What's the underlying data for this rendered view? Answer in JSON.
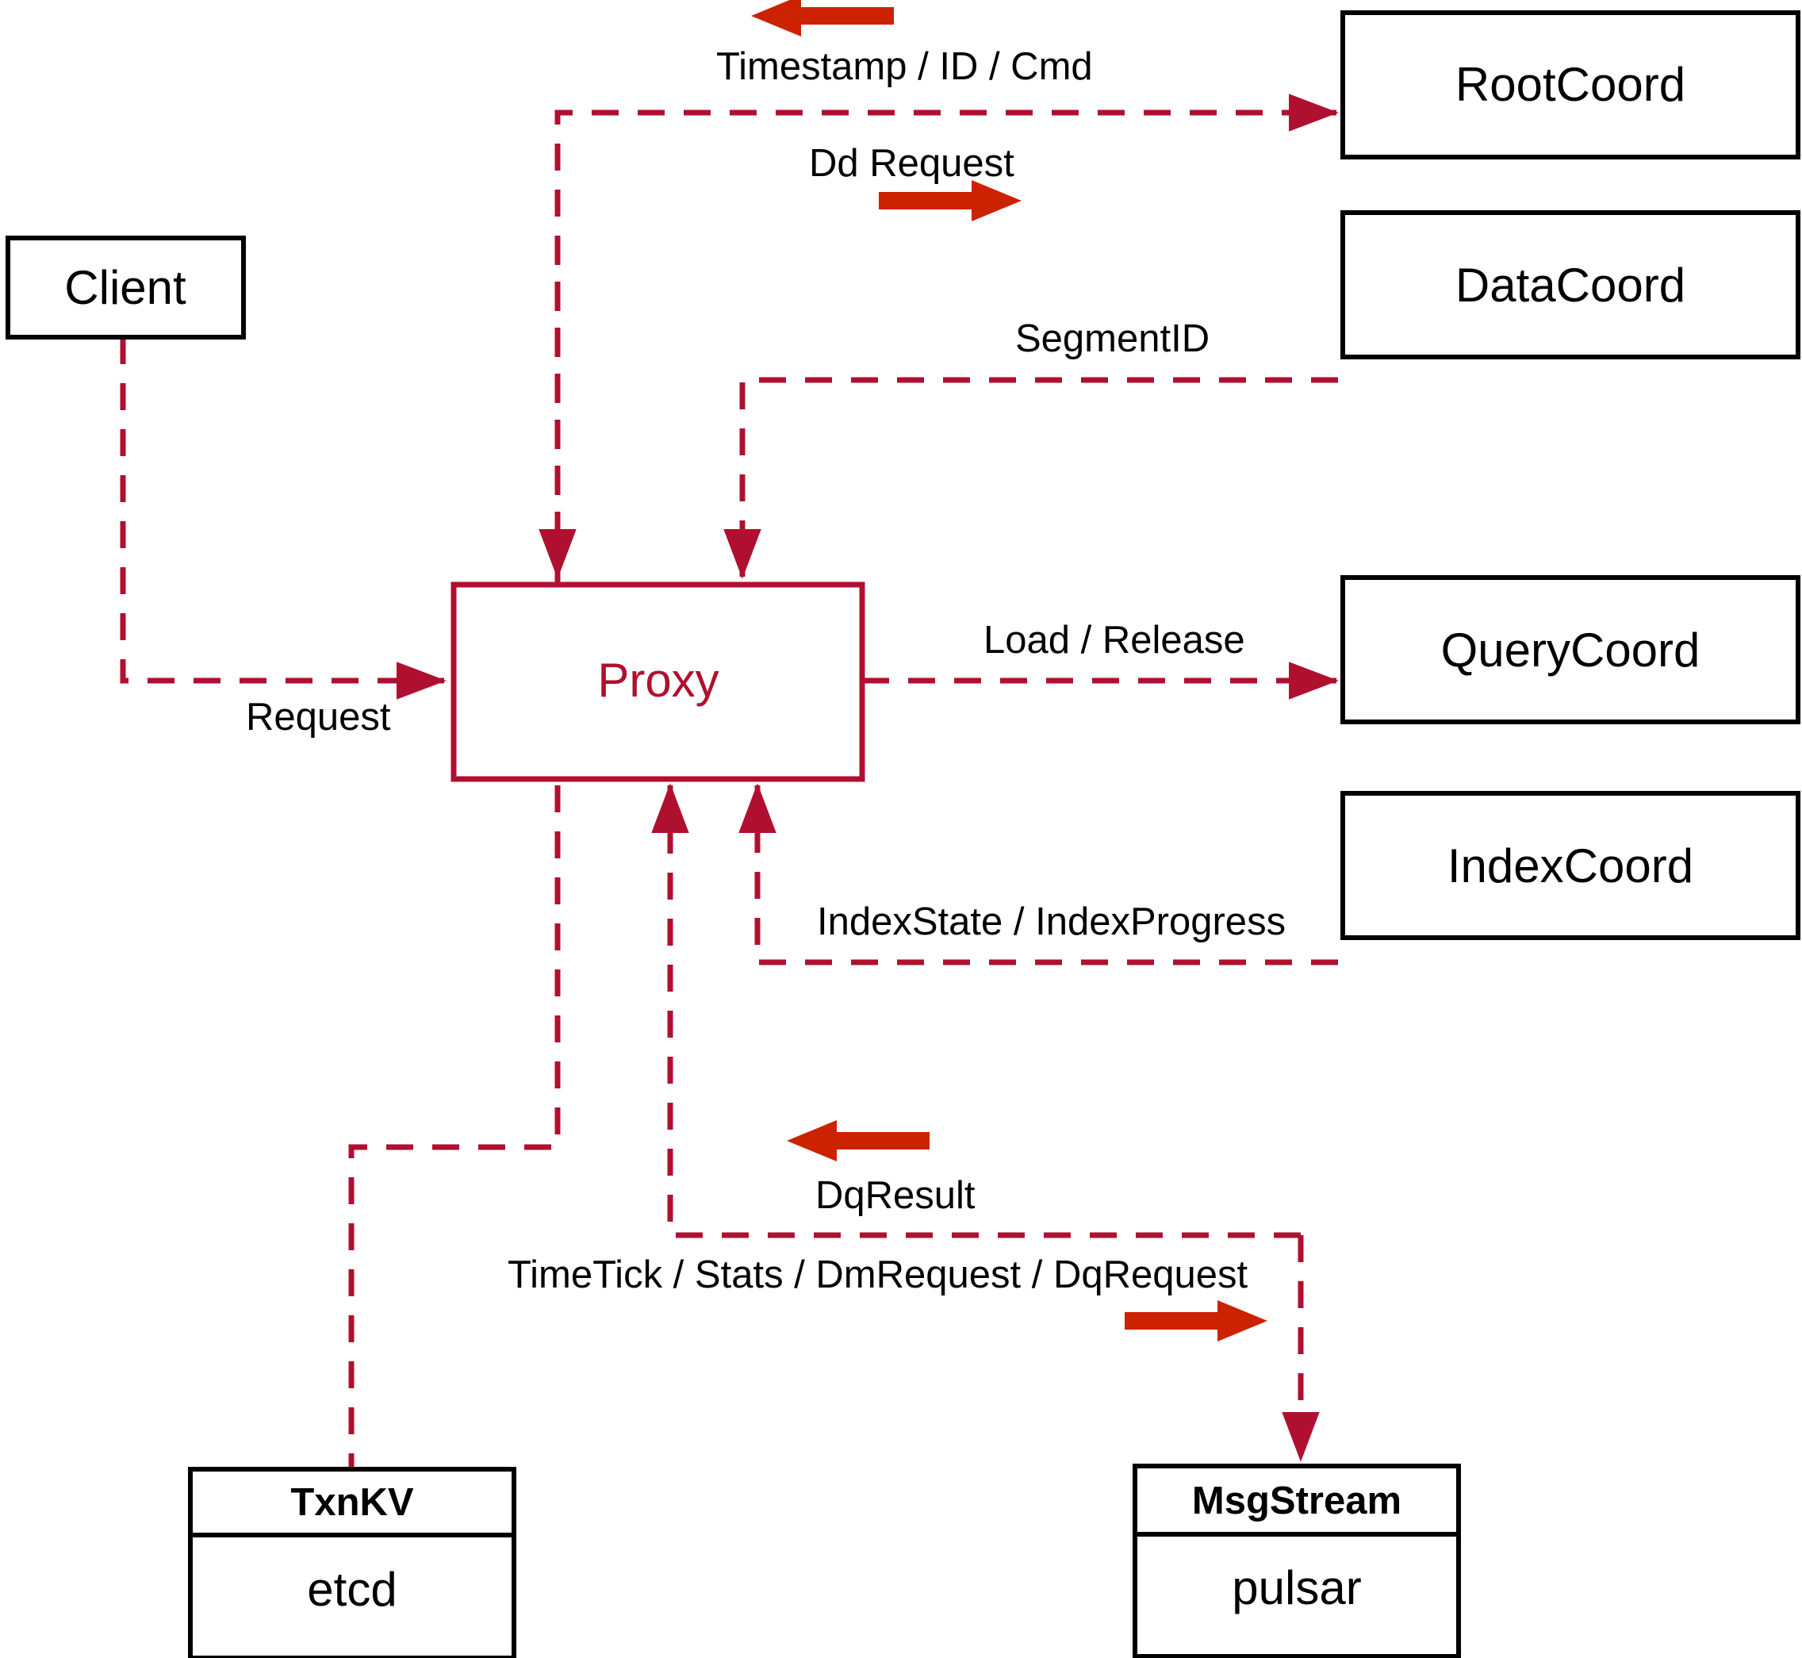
{
  "diagram": {
    "title": "Milvus Proxy Interaction Diagram",
    "colors": {
      "line": "#B01030",
      "bold_arrow": "#CC2200",
      "node_border": "#000000",
      "proxy_border": "#B01030",
      "proxy_text": "#B01030",
      "background": "#FFFFFF"
    },
    "nodes": [
      {
        "id": "client",
        "label": "Client",
        "sublabel": "",
        "style": "plain"
      },
      {
        "id": "proxy",
        "label": "Proxy",
        "sublabel": "",
        "style": "accent"
      },
      {
        "id": "rootcoord",
        "label": "RootCoord",
        "sublabel": "",
        "style": "plain"
      },
      {
        "id": "datacoord",
        "label": "DataCoord",
        "sublabel": "",
        "style": "plain"
      },
      {
        "id": "querycoord",
        "label": "QueryCoord",
        "sublabel": "",
        "style": "plain"
      },
      {
        "id": "indexcoord",
        "label": "IndexCoord",
        "sublabel": "",
        "style": "plain"
      },
      {
        "id": "txnkv",
        "label": "TxnKV",
        "sublabel": "etcd",
        "style": "split"
      },
      {
        "id": "msgstream",
        "label": "MsgStream",
        "sublabel": "pulsar",
        "style": "split"
      }
    ],
    "edges": [
      {
        "id": "e-request",
        "label": "Request",
        "from": "client",
        "to": "proxy",
        "direction": "to"
      },
      {
        "id": "e-ddrequest",
        "label": "Dd Request",
        "from": "proxy",
        "to": "rootcoord",
        "direction": "to"
      },
      {
        "id": "e-timestamp",
        "label": "Timestamp / ID / Cmd",
        "from": "rootcoord",
        "to": "proxy",
        "direction": "from"
      },
      {
        "id": "e-segmentid",
        "label": "SegmentID",
        "from": "datacoord",
        "to": "proxy",
        "direction": "from"
      },
      {
        "id": "e-loadrelease",
        "label": "Load / Release",
        "from": "proxy",
        "to": "querycoord",
        "direction": "to"
      },
      {
        "id": "e-indexstate",
        "label": "IndexState / IndexProgress",
        "from": "indexcoord",
        "to": "proxy",
        "direction": "from"
      },
      {
        "id": "e-dqresult",
        "label": "DqResult",
        "from": "msgstream",
        "to": "proxy",
        "direction": "from"
      },
      {
        "id": "e-timetick",
        "label": "TimeTick / Stats / DmRequest / DqRequest",
        "from": "proxy",
        "to": "msgstream",
        "direction": "to"
      },
      {
        "id": "e-txnkv",
        "label": "",
        "from": "proxy",
        "to": "txnkv",
        "direction": "none"
      }
    ]
  }
}
